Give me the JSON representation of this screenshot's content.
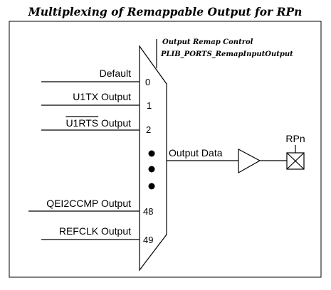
{
  "title": "Multiplexing of Remappable Output for RPn",
  "control": {
    "line1": "Output Remap Control",
    "line2": "PLIB_PORTS_RemapInputOutput"
  },
  "inputs": [
    {
      "label": "Default",
      "index": "0"
    },
    {
      "label": "U1TX Output",
      "index": "1"
    },
    {
      "label": "U1RTS Output",
      "index": "2",
      "overline_chars": 5
    },
    {
      "label": "QEI2CCMP Output",
      "index": "48"
    },
    {
      "label": "REFCLK Output",
      "index": "49"
    }
  ],
  "output_label": "Output Data",
  "pin_label": "RPn"
}
